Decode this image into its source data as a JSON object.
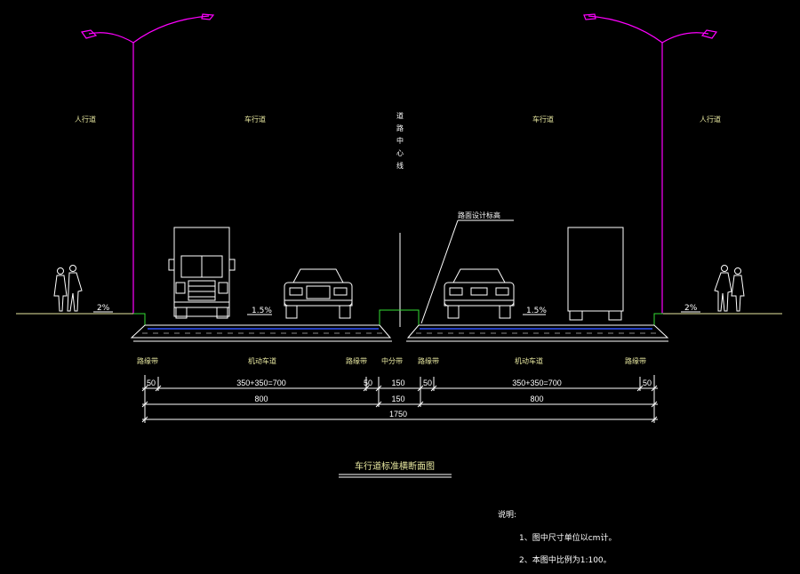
{
  "labels": {
    "sidewalk_left": "人行道",
    "carriageway_left": "车行道",
    "centerline": "道路中心线",
    "carriageway_right": "车行道",
    "sidewalk_right": "人行道",
    "design_elevation": "路面设计标高",
    "slope_left_walk": "2%",
    "slope_left_road": "1.5%",
    "slope_right_road": "1.5%",
    "slope_right_walk": "2%",
    "curb_left": "路缘带",
    "lane_left": "机动车道",
    "curb_left_inner": "路缘带",
    "median": "中分带",
    "curb_right_inner": "路缘带",
    "lane_right": "机动车道",
    "curb_right": "路缘带"
  },
  "dimensions": {
    "row1": [
      "50",
      "350+350=700",
      "50",
      "150",
      "50",
      "350+350=700",
      "50"
    ],
    "row2": [
      "800",
      "150",
      "800"
    ],
    "row3": "1750"
  },
  "title": "车行道标准横断面图",
  "notes": {
    "heading": "说明:",
    "items": [
      "1、图中尺寸单位以cm计。",
      "2、本图中比例为1:100。"
    ]
  },
  "colors": {
    "background": "#000000",
    "lamp": "#ff00ff",
    "curb": "#33dd33",
    "lane_line": "#3355ff",
    "lines": "#ffffff"
  }
}
